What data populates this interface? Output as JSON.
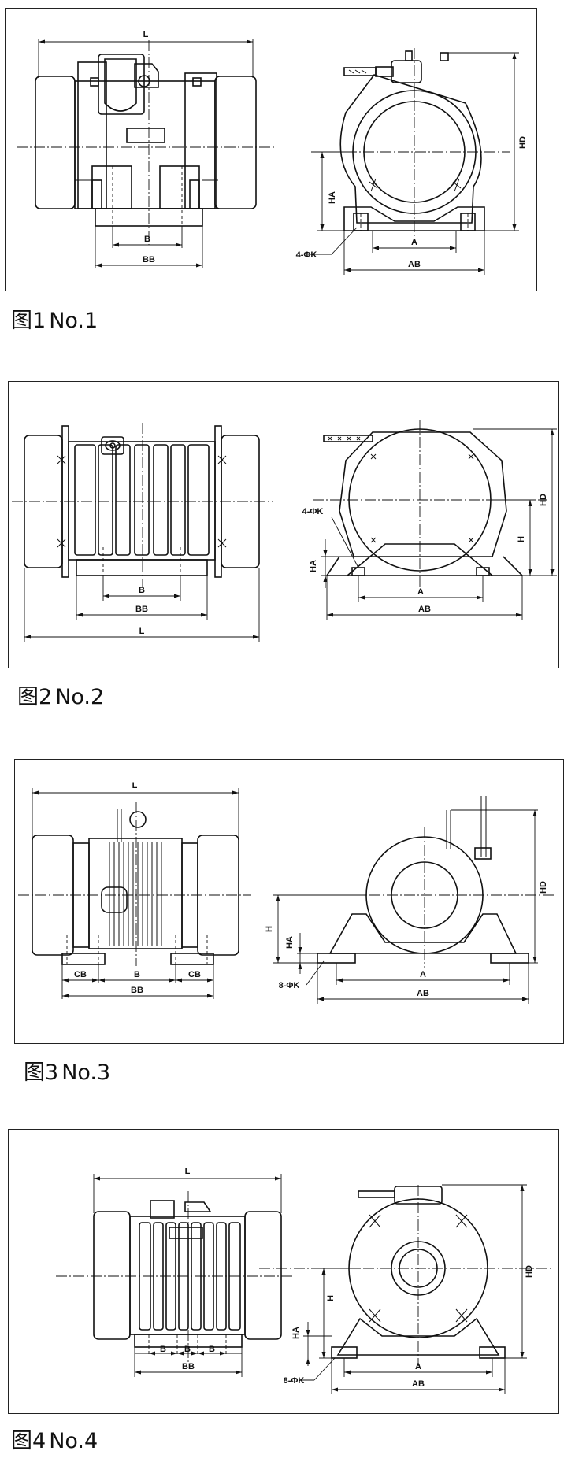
{
  "figures": [
    {
      "caption_prefix": "图1",
      "caption_label": "No.1",
      "dims": {
        "L": "L",
        "B": "B",
        "BB": "BB",
        "HD": "HD",
        "HA": "HA",
        "A": "A",
        "AB": "AB",
        "K": "4-ΦK"
      }
    },
    {
      "caption_prefix": "图2",
      "caption_label": "No.2",
      "dims": {
        "L": "L",
        "B": "B",
        "BB": "BB",
        "HD": "HD",
        "H": "H",
        "HA": "HA",
        "A": "A",
        "AB": "AB",
        "K": "4-ΦK"
      }
    },
    {
      "caption_prefix": "图3",
      "caption_label": "No.3",
      "dims": {
        "L": "L",
        "B": "B",
        "BB": "BB",
        "CB": "CB",
        "HD": "HD",
        "H": "H",
        "HA": "HA",
        "A": "A",
        "AB": "AB",
        "K": "8-ΦK"
      }
    },
    {
      "caption_prefix": "图4",
      "caption_label": "No.4",
      "dims": {
        "L": "L",
        "B": "B",
        "BB": "BB",
        "HD": "HD",
        "H": "H",
        "HA": "HA",
        "A": "A",
        "AB": "AB",
        "K": "8-ΦK"
      }
    }
  ]
}
